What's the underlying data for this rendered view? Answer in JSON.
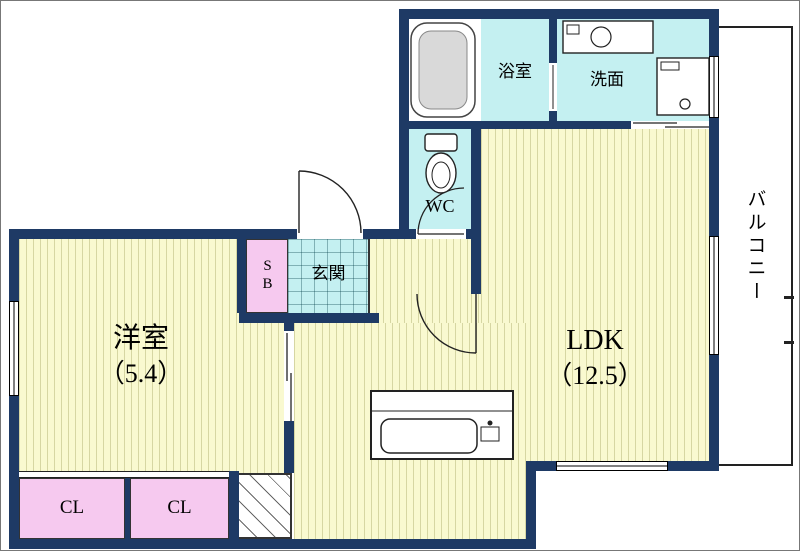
{
  "plan": {
    "rooms": {
      "western": {
        "name": "洋室",
        "size": "（5.4）"
      },
      "ldk": {
        "name": "LDK",
        "size": "（12.5）"
      },
      "bath": {
        "label": "浴室"
      },
      "washroom": {
        "label": "洗面"
      },
      "wc": {
        "label": "WC"
      },
      "entrance": {
        "label": "玄関"
      },
      "shoebox": {
        "label": "SB"
      },
      "closet_left": {
        "label": "CL"
      },
      "closet_right": {
        "label": "CL"
      },
      "balcony": {
        "label": "バルコニー"
      }
    },
    "icons": {
      "bathtub": "bathtub-icon",
      "washing_machine": "washing-machine-icon",
      "vanity": "vanity-icon",
      "toilet": "toilet-icon",
      "kitchen_sink": "kitchen-sink-icon",
      "door_swing": "door-swing-arc"
    },
    "colors": {
      "wall": "#1e3a65",
      "floor": "#f9f9d0",
      "wet_area": "#c4f0f1",
      "closet_pink": "#f6c9ef",
      "balcony_bg": "#ffffff"
    }
  }
}
